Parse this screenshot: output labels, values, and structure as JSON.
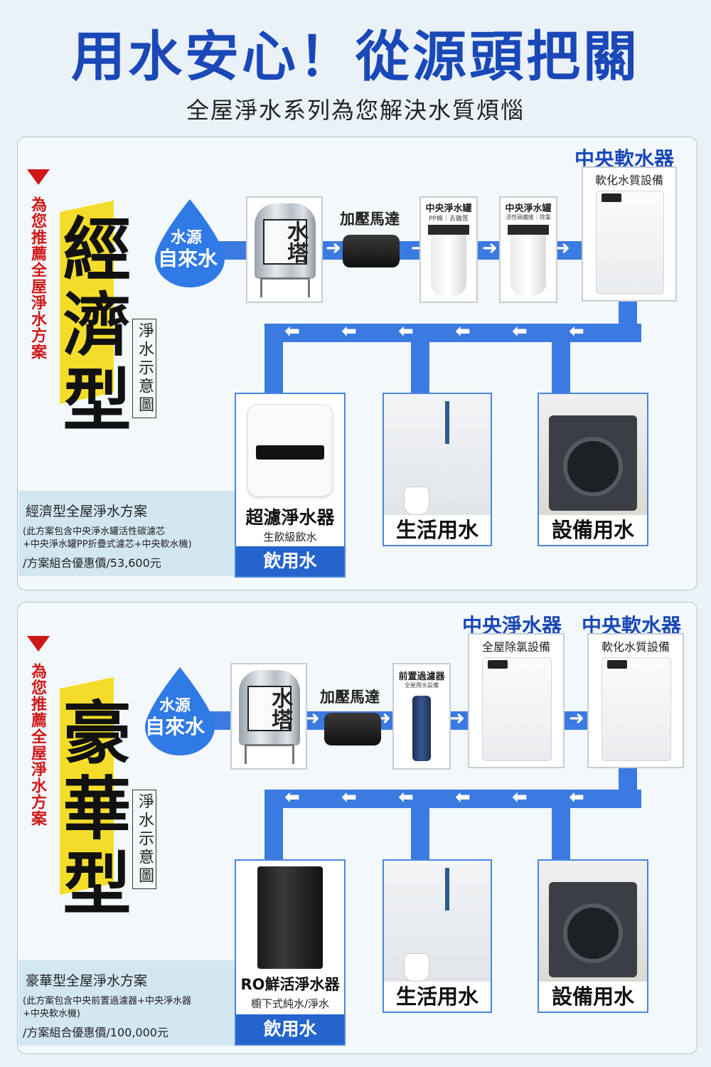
{
  "header": {
    "title": "用水安心！從源頭把關",
    "subtitle": "全屋淨水系列為您解決水質煩惱"
  },
  "colors": {
    "primary_blue": "#1a48b8",
    "pipe_blue": "#3b7ae0",
    "accent_red": "#d01818",
    "accent_yellow": "#f4dd2a"
  },
  "economy": {
    "side_label": "為您推薦全屋淨水方案",
    "type_label": "經濟型",
    "diagram_label": "淨水示意圖",
    "source": {
      "line1": "水源",
      "line2": "自來水"
    },
    "tower_label": "水塔",
    "pump_label": "加壓馬達",
    "tank1": {
      "title": "中央淨水罐",
      "sub": "PP棉｜去雜質"
    },
    "tank2": {
      "title": "中央淨水罐",
      "sub": "活性碳纖維｜除氯"
    },
    "softener": {
      "title": "中央軟水器",
      "sub": "軟化水質設備"
    },
    "purifier": {
      "title": "超濾淨水器",
      "sub": "生飲級飲水",
      "bottom": "飲用水"
    },
    "living_label": "生活用水",
    "equipment_label": "設備用水",
    "info": {
      "name": "經濟型全屋淨水方案",
      "detail1": "(此方案包含中央淨水罐活性碳濾芯",
      "detail2": "+中央淨水罐PP折疊式濾芯+中央軟水機)",
      "price": "/方案組合優惠價/53,600元"
    }
  },
  "luxury": {
    "side_label": "為您推薦全屋淨水方案",
    "type_label": "豪華型",
    "diagram_label": "淨水示意圖",
    "source": {
      "line1": "水源",
      "line2": "自來水"
    },
    "tower_label": "水塔",
    "pump_label": "加壓馬達",
    "prefilter": {
      "title": "前置過濾器",
      "sub": "全屋用水設備"
    },
    "central_purifier": {
      "title": "中央淨水器",
      "sub": "全屋除氯設備"
    },
    "softener": {
      "title": "中央軟水器",
      "sub": "軟化水質設備"
    },
    "purifier": {
      "title": "RO鮮活淨水器",
      "sub": "櫥下式純水/淨水",
      "bottom": "飲用水"
    },
    "living_label": "生活用水",
    "equipment_label": "設備用水",
    "info": {
      "name": "豪華型全屋淨水方案",
      "detail1": "(此方案包含中央前置過濾器+中央淨水器",
      "detail2": "+中央軟水機)",
      "price": "/方案組合優惠價/100,000元"
    }
  }
}
